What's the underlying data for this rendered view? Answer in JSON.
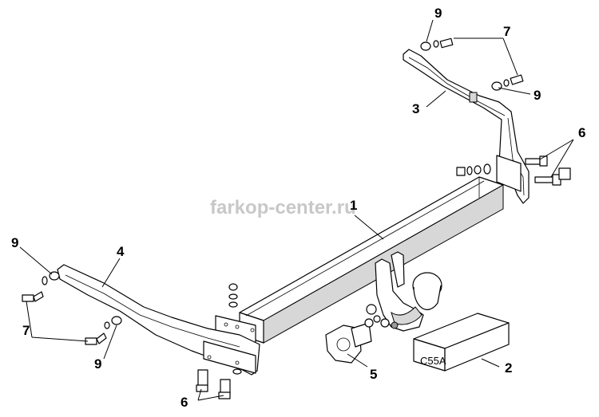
{
  "watermark": "farkop-center.ru",
  "box_code": "C55A",
  "callouts": {
    "tow_bar": "1",
    "box": "2",
    "bracket_right": "3",
    "bracket_left": "4",
    "socket_plate": "5",
    "bolt_right": "6",
    "bolt_left": "6",
    "bolt_top": "7",
    "bolt_left_side": "7",
    "washer_top": "9",
    "washer_top_right": "9",
    "washer_left_top": "9",
    "washer_left_bottom": "9"
  }
}
